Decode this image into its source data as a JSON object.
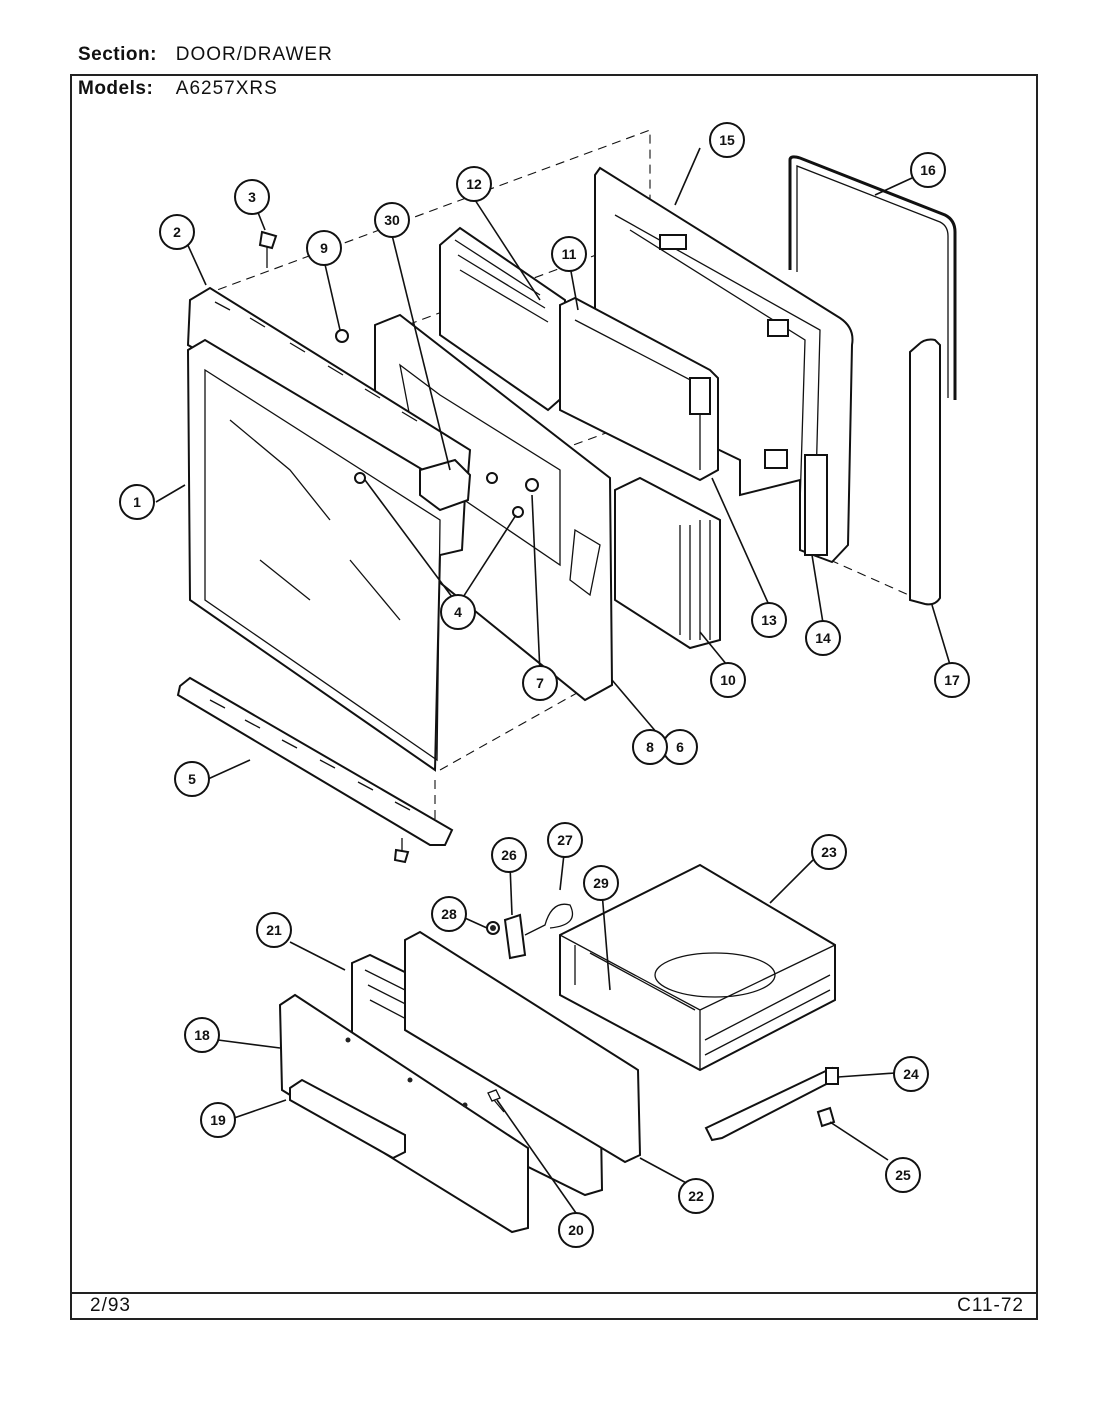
{
  "header": {
    "section_label": "Section:",
    "section_value": "DOOR/DRAWER",
    "models_label": "Models:",
    "models_value": "A6257XRS"
  },
  "footer": {
    "date": "2/93",
    "code": "C11-72"
  },
  "callouts": [
    "1",
    "2",
    "3",
    "4",
    "5",
    "6",
    "7",
    "8",
    "9",
    "10",
    "11",
    "12",
    "13",
    "14",
    "15",
    "16",
    "17",
    "18",
    "19",
    "20",
    "21",
    "22",
    "23",
    "24",
    "25",
    "26",
    "27",
    "28",
    "29",
    "30"
  ]
}
